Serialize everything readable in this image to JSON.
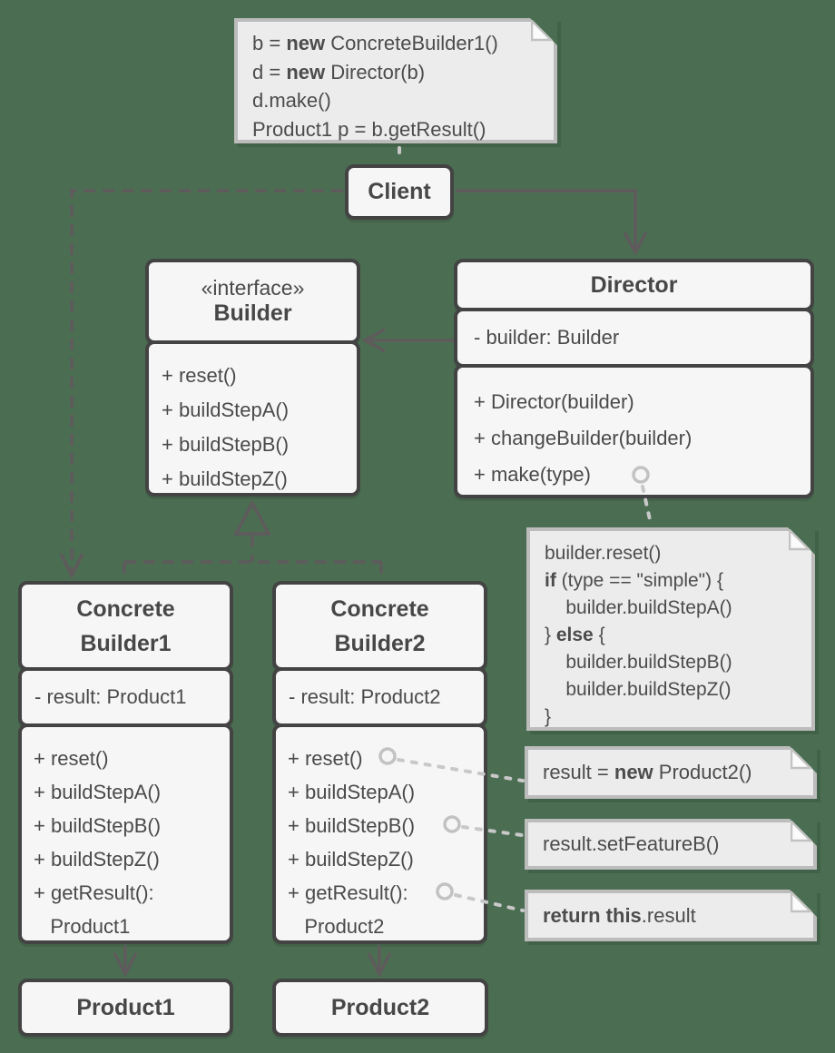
{
  "colors": {
    "background": "#4b6e52",
    "box_fill": "#f6f6f6",
    "box_border": "#434343",
    "text": "#4a4a4a",
    "note_fill": "#ececec",
    "note_border": "#bcbcbc",
    "connector": "#5f5a5c",
    "note_connector": "#c8c8c8"
  },
  "icons": {
    "note_fold": "folded-corner-icon",
    "note_anchor": "circle-anchor-icon",
    "realization": "hollow-triangle-icon",
    "open_arrowhead": "open-v-arrowhead-icon"
  },
  "client_note": {
    "lines": [
      [
        {
          "t": "b = "
        },
        {
          "t": "new",
          "b": 1
        },
        {
          "t": " ConcreteBuilder1()"
        }
      ],
      [
        {
          "t": "d = "
        },
        {
          "t": "new",
          "b": 1
        },
        {
          "t": " Director(b)"
        }
      ],
      [
        {
          "t": "d.make()"
        }
      ],
      [
        {
          "t": "Product1 p = b.getResult()"
        }
      ]
    ]
  },
  "client_class": {
    "title": "Client"
  },
  "builder_interface": {
    "stereotype": "«interface»",
    "title": "Builder",
    "methods": [
      "+ reset()",
      "+ buildStepA()",
      "+ buildStepB()",
      "+ buildStepZ()"
    ]
  },
  "director_class": {
    "title": "Director",
    "field": "- builder: Builder",
    "methods": [
      "+ Director(builder)",
      "+ changeBuilder(builder)",
      "+ make(type)"
    ]
  },
  "make_note": {
    "lines": [
      [
        {
          "t": "builder.reset()"
        }
      ],
      [
        {
          "t": "if",
          "b": 1
        },
        {
          "t": " (type == \"simple\") {"
        }
      ],
      [
        {
          "t": "    builder.buildStepA()"
        }
      ],
      [
        {
          "t": "} "
        },
        {
          "t": "else",
          "b": 1
        },
        {
          "t": " {"
        }
      ],
      [
        {
          "t": "    builder.buildStepB()"
        }
      ],
      [
        {
          "t": "    builder.buildStepZ()"
        }
      ],
      [
        {
          "t": "}"
        }
      ]
    ]
  },
  "concrete_builder1": {
    "title_lines": [
      "Concrete",
      "Builder1"
    ],
    "field": "- result: Product1",
    "methods": [
      "+ reset()",
      "+ buildStepA()",
      "+ buildStepB()",
      "+ buildStepZ()",
      "+ getResult():",
      "   Product1"
    ]
  },
  "concrete_builder2": {
    "title_lines": [
      "Concrete",
      "Builder2"
    ],
    "field": "- result: Product2",
    "methods": [
      "+ reset()",
      "+ buildStepA()",
      "+ buildStepB()",
      "+ buildStepZ()",
      "+ getResult():",
      "   Product2"
    ]
  },
  "reset_note": {
    "lines": [
      [
        {
          "t": "result = "
        },
        {
          "t": "new",
          "b": 1
        },
        {
          "t": " Product2()"
        }
      ]
    ]
  },
  "featureb_note": {
    "lines": [
      [
        {
          "t": "result.setFeatureB()"
        }
      ]
    ]
  },
  "return_note": {
    "lines": [
      [
        {
          "t": "return this",
          "b": 1
        },
        {
          "t": ".result"
        }
      ]
    ]
  },
  "product1_class": {
    "title": "Product1"
  },
  "product2_class": {
    "title": "Product2"
  },
  "connectors": [
    {
      "type": "dependency-dashed-open-arrow",
      "from": "Client",
      "to": "ConcreteBuilder1"
    },
    {
      "type": "association-solid-open-arrow",
      "from": "Client",
      "to": "Director"
    },
    {
      "type": "association-solid-open-arrow",
      "from": "Director",
      "to": "Builder"
    },
    {
      "type": "realization-dashed-hollow-triangle",
      "from": "ConcreteBuilder1",
      "to": "Builder"
    },
    {
      "type": "realization-dashed-hollow-triangle",
      "from": "ConcreteBuilder2",
      "to": "Builder"
    },
    {
      "type": "solid-open-arrow",
      "from": "ConcreteBuilder1",
      "to": "Product1"
    },
    {
      "type": "solid-open-arrow",
      "from": "ConcreteBuilder2",
      "to": "Product2"
    },
    {
      "type": "note-anchor",
      "from": "client_note",
      "to": "Client"
    },
    {
      "type": "note-anchor",
      "from": "Director.make(type)",
      "to": "make_note"
    },
    {
      "type": "note-anchor",
      "from": "ConcreteBuilder2.reset()",
      "to": "reset_note"
    },
    {
      "type": "note-anchor",
      "from": "ConcreteBuilder2.buildStepB()",
      "to": "featureb_note"
    },
    {
      "type": "note-anchor",
      "from": "ConcreteBuilder2.getResult()",
      "to": "return_note"
    }
  ]
}
